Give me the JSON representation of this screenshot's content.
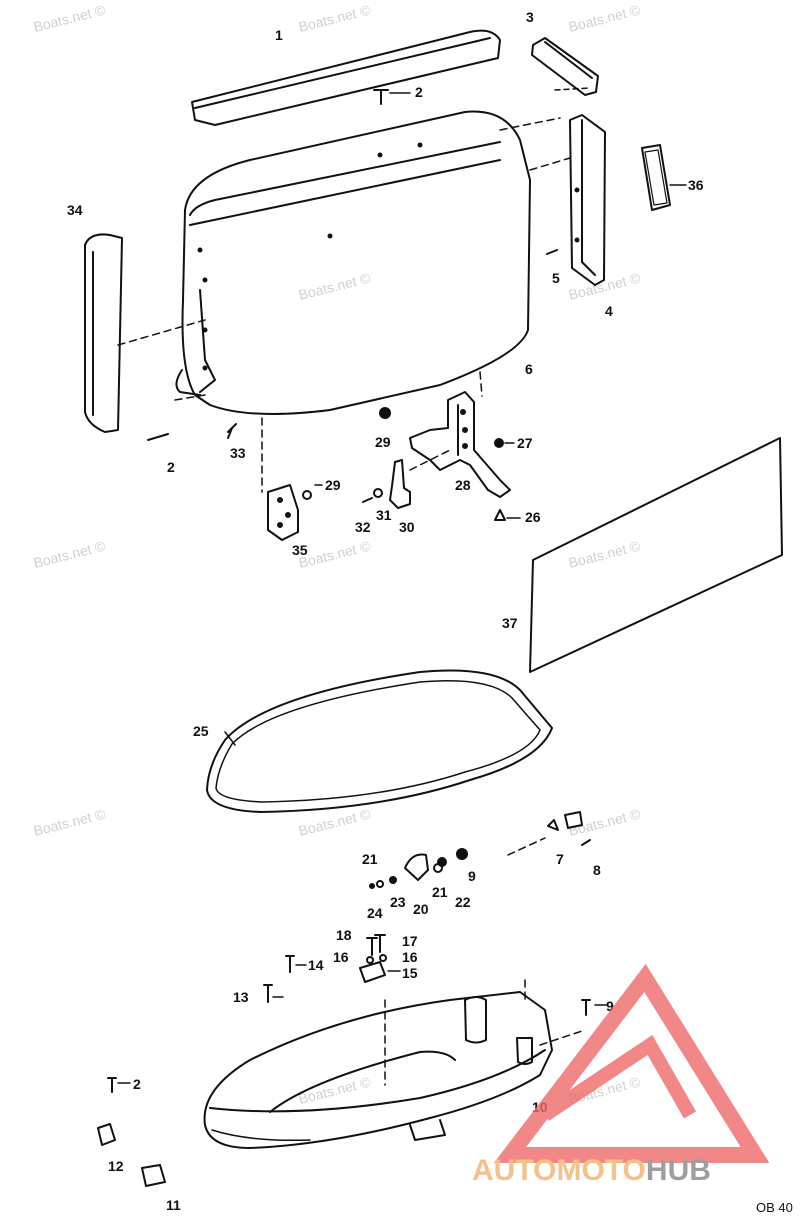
{
  "watermark": "Boats.net ©",
  "diagram_code": "OB 40",
  "brand": {
    "part1": "AUTOMOTO",
    "part2": "HUB",
    "color1": "#f5c08a",
    "color2": "#9e9e9e",
    "logo_color": "#ee6a6a"
  },
  "labels": [
    "1",
    "2",
    "3",
    "4",
    "5",
    "6",
    "34",
    "36",
    "2",
    "33",
    "29",
    "35",
    "32",
    "31",
    "30",
    "29",
    "28",
    "27",
    "26",
    "37",
    "25",
    "7",
    "8",
    "21",
    "24",
    "23",
    "20",
    "21",
    "22",
    "9",
    "18",
    "17",
    "16",
    "16",
    "14",
    "15",
    "13",
    "9",
    "2",
    "10",
    "12",
    "11"
  ]
}
